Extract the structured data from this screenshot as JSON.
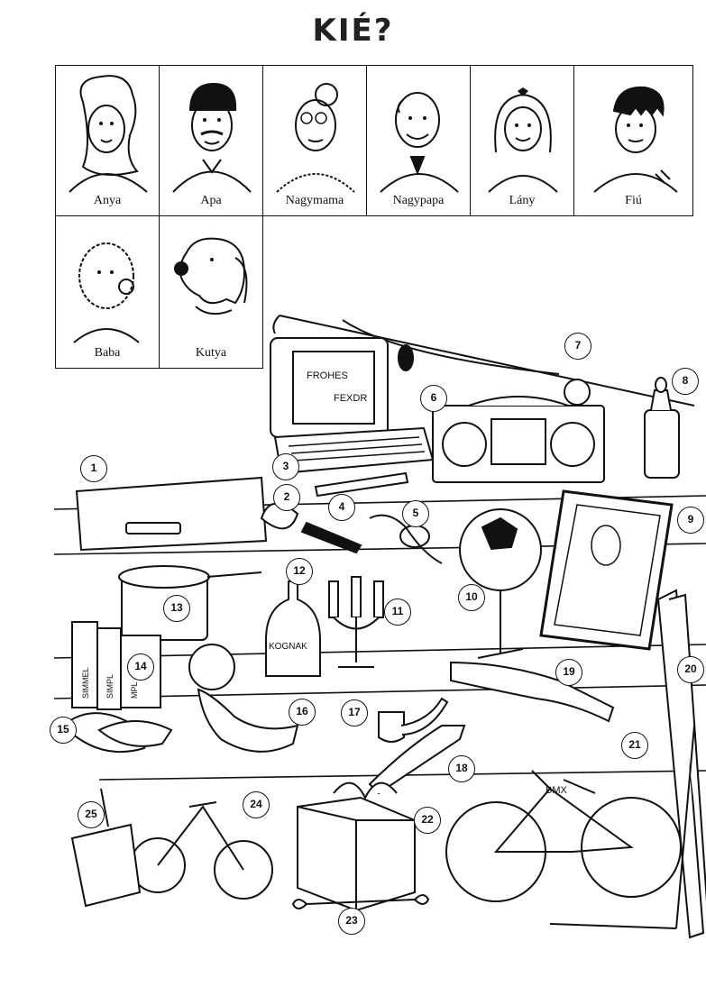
{
  "title": "KIÉ?",
  "people": [
    {
      "label": "Anya",
      "icon": "mother-portrait-icon"
    },
    {
      "label": "Apa",
      "icon": "father-portrait-icon"
    },
    {
      "label": "Nagymama",
      "icon": "grandmother-portrait-icon"
    },
    {
      "label": "Nagypapa",
      "icon": "grandfather-portrait-icon"
    },
    {
      "label": "Lány",
      "icon": "girl-portrait-icon"
    },
    {
      "label": "Fiú",
      "icon": "boy-portrait-icon"
    },
    {
      "label": "Baba",
      "icon": "baby-portrait-icon"
    },
    {
      "label": "Kutya",
      "icon": "dog-portrait-icon"
    }
  ],
  "scene_texts": {
    "monitor_line1": "FROHES",
    "monitor_line2": "FEXDR",
    "bottle_label": "KOGNAK",
    "book1": "SIMMEL",
    "book2": "SIMPL",
    "book3": "MPL",
    "bike_label": "BMX"
  },
  "numbers": [
    "1",
    "2",
    "3",
    "4",
    "5",
    "6",
    "7",
    "8",
    "9",
    "10",
    "11",
    "12",
    "13",
    "14",
    "15",
    "16",
    "17",
    "18",
    "19",
    "20",
    "21",
    "22",
    "23",
    "24",
    "25"
  ]
}
